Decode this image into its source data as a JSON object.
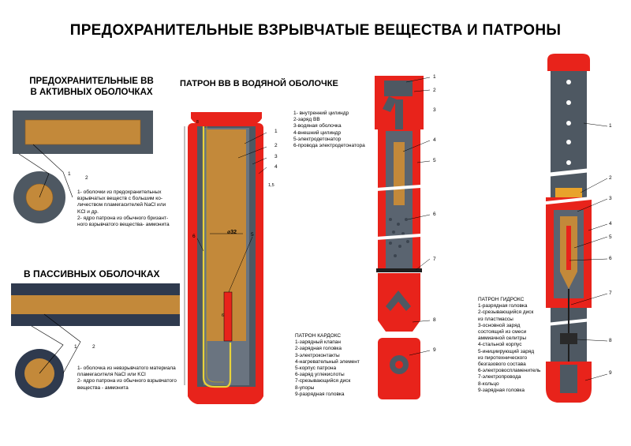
{
  "title": "ПРЕДОХРАНИТЕЛЬНЫЕ ВЗРЫВЧАТЫЕ ВЕЩЕСТВА И ПАТРОНЫ",
  "active": {
    "heading_line1": "ПРЕДОХРАНИТЕЛЬНЫЕ ВВ",
    "heading_line2": "В АКТИВНЫХ ОБОЛОЧКАХ",
    "label_1": "1",
    "label_2": "2",
    "legend": "1- оболочки из предохранительных\nвзрывчатых веществ с большим ко-\nличеством пламегасителей NaCl или\nKCl и др.\n2- ядро патрона из обычного бризант-\nного взрывчатого вещества- аммонита"
  },
  "passive": {
    "heading": "В ПАССИВНЫХ ОБОЛОЧКАХ",
    "label_1": "1",
    "label_2": "2",
    "legend": "1- оболочка из невзрывчатого материала\nпламегасителя NaCl или KCl\n2- ядро патрона из обычного взрывчатого\nвещества - аммонита"
  },
  "water": {
    "heading": "ПАТРОН  ВВ В ВОДЯНОЙ ОБОЛОЧКЕ",
    "legend": "1- внутренний цилиндр\n2-заряд ВВ\n3-водяная оболочка\n4-внешний цилиндр\n5-электродетонатор\n6-провода электродетонатора",
    "labels": [
      "1",
      "2",
      "3",
      "4",
      "5",
      "6"
    ],
    "dim_32": "⌀32",
    "dim_15": "1,5",
    "dim_small": "6",
    "dim_top": "8"
  },
  "cardox": {
    "legend": "ПАТРОН КАРДОКС\n1-зарядный клапан\n2-зарядная головка\n3-электроконтакты\n4-нагревательный элемент\n5-корпус патрона\n6-заряд углекислоты\n7-срезывающийся диск\n8-упоры\n9-разрядная головка",
    "labels": [
      "1",
      "2",
      "3",
      "4",
      "5",
      "6",
      "7",
      "8",
      "9"
    ]
  },
  "hydrox": {
    "legend": "ПАТРОН ГИДРОКС\n1-разрядная головка\n2-срезывающийся диск\nиз пластмассы\n3-основной заряд\nсостоящий из смеси\nаммиачной селитры\n4-стальной корпус\n5-инициирующий заряд\nиз пиротехнического\nбезгазового состава\n6-электровоспламенитель\n7-электропровода\n8-кольцо\n9-зарядная головка",
    "labels": [
      "1",
      "2",
      "3",
      "4",
      "5",
      "6",
      "7",
      "8",
      "9"
    ]
  },
  "colors": {
    "shell_gray": "#4e5862",
    "core_brown": "#c3893a",
    "charge_red": "#e8231b",
    "dark": "#2a2a2a",
    "wire_yellow": "#e8d23a"
  }
}
